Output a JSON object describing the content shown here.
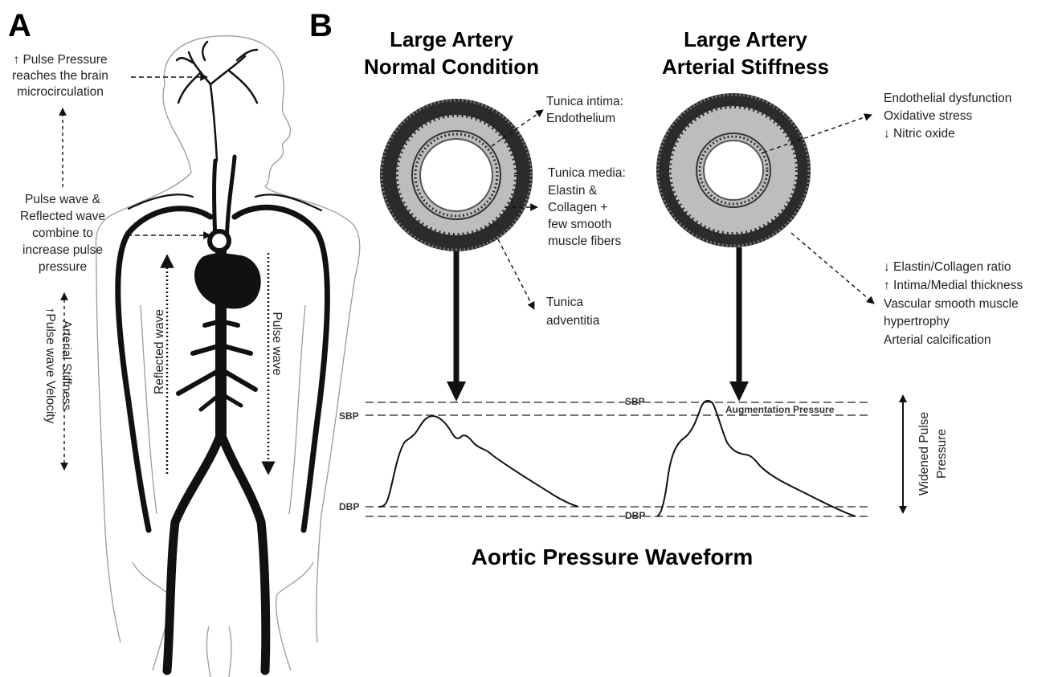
{
  "panels": {
    "a": "A",
    "b": "B"
  },
  "panel_a": {
    "brain_note": [
      "↑ Pulse Pressure",
      "reaches the brain",
      "microcirculation"
    ],
    "combine_note": [
      "Pulse wave &",
      "Reflected wave",
      "combine to",
      "increase pulse",
      "pressure"
    ],
    "stiffness_note": [
      "↑Pulse wave Velocity",
      "Arterial Stiffness"
    ],
    "reflected_wave": "Reflected wave",
    "pulse_wave": "Pulse wave"
  },
  "panel_b": {
    "normal_title": [
      "Large Artery",
      "Normal Condition"
    ],
    "stiff_title": [
      "Large Artery",
      "Arterial Stiffness"
    ],
    "intima_label": [
      "Tunica intima:",
      "Endothelium"
    ],
    "media_label": [
      "Tunica media:",
      "Elastin &",
      "Collagen +",
      "few smooth",
      "muscle fibers"
    ],
    "adventitia_label": [
      "Tunica",
      "adventitia"
    ],
    "stiff_top_label": [
      "Endothelial dysfunction",
      "Oxidative stress",
      "↓ Nitric oxide"
    ],
    "stiff_bottom_label": [
      "↓ Elastin/Collagen ratio",
      "↑ Intima/Medial thickness",
      "Vascular smooth muscle",
      "hypertrophy",
      "Arterial calcification"
    ],
    "sbp": "SBP",
    "dbp": "DBP",
    "augmentation": "Augmentation Pressure",
    "widened": [
      "Widened Pulse",
      "Pressure"
    ],
    "waveform_title": "Aortic Pressure Waveform"
  },
  "colors": {
    "ink": "#111111",
    "media_gray": "#b9b9b9",
    "adventitia_dark": "#2b2b2b"
  }
}
